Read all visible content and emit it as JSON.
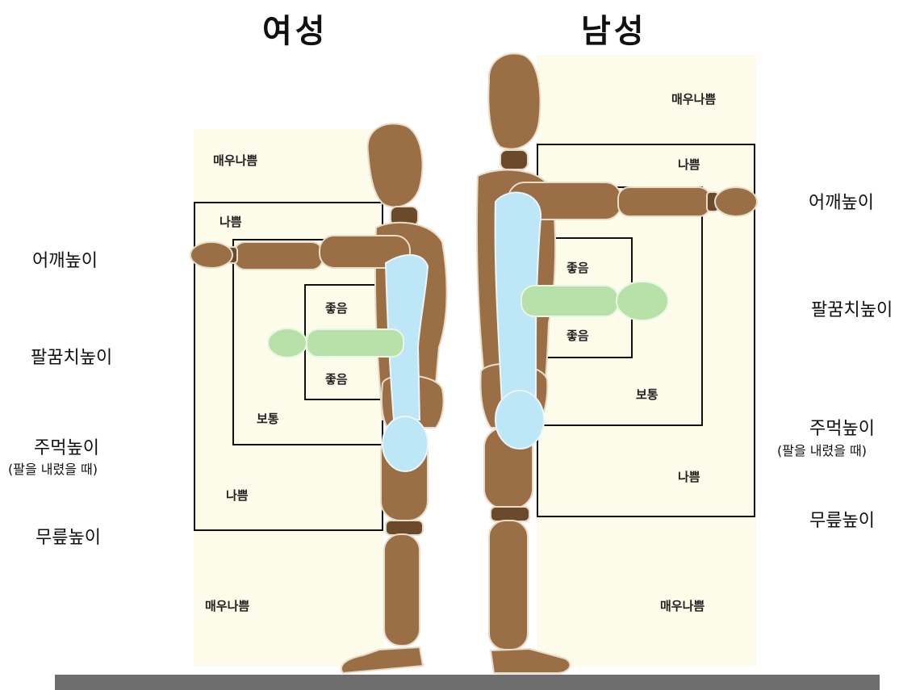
{
  "titles": {
    "female": "여성",
    "male": "남성"
  },
  "female": {
    "levels": {
      "shoulder": "어깨높이",
      "elbow": "팔꿈치높이",
      "fist": "주먹높이",
      "fist_note": "(팔을 내렸을 때)",
      "knee": "무릎높이"
    },
    "zones": {
      "very_bad_top": "매우나쁨",
      "bad_top": "나쁨",
      "good_top": "좋음",
      "good_bottom": "좋음",
      "normal": "보통",
      "bad_bottom": "나쁨",
      "very_bad_bottom": "매우나쁨"
    }
  },
  "male": {
    "levels": {
      "shoulder": "어깨높이",
      "elbow": "팔꿈치높이",
      "fist": "주먹높이",
      "fist_note": "(팔을 내렸을 때)",
      "knee": "무릎높이"
    },
    "zones": {
      "very_bad_top": "매우나쁨",
      "bad_top": "나쁨",
      "good_top": "좋음",
      "good_bottom": "좋음",
      "normal": "보통",
      "bad_bottom": "나쁨",
      "very_bad_bottom": "매우나쁨"
    }
  },
  "colors": {
    "panel": "#fdfbea",
    "wood": "#9b6f45",
    "wood_dark": "#5e4026",
    "spine": "#bde6f6",
    "arm_highlight": "#b7e1a8",
    "floor": "#6e6e6e"
  }
}
